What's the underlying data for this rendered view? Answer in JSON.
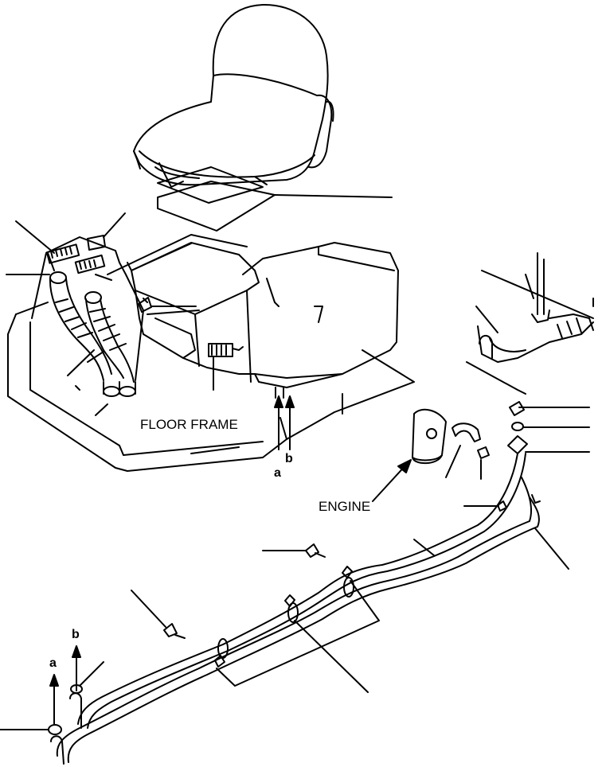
{
  "labels": {
    "floor_frame": "FLOOR FRAME",
    "engine": "ENGINE",
    "ref_a": "a",
    "ref_b": "b"
  },
  "colors": {
    "line": "#000000",
    "background": "#ffffff"
  }
}
